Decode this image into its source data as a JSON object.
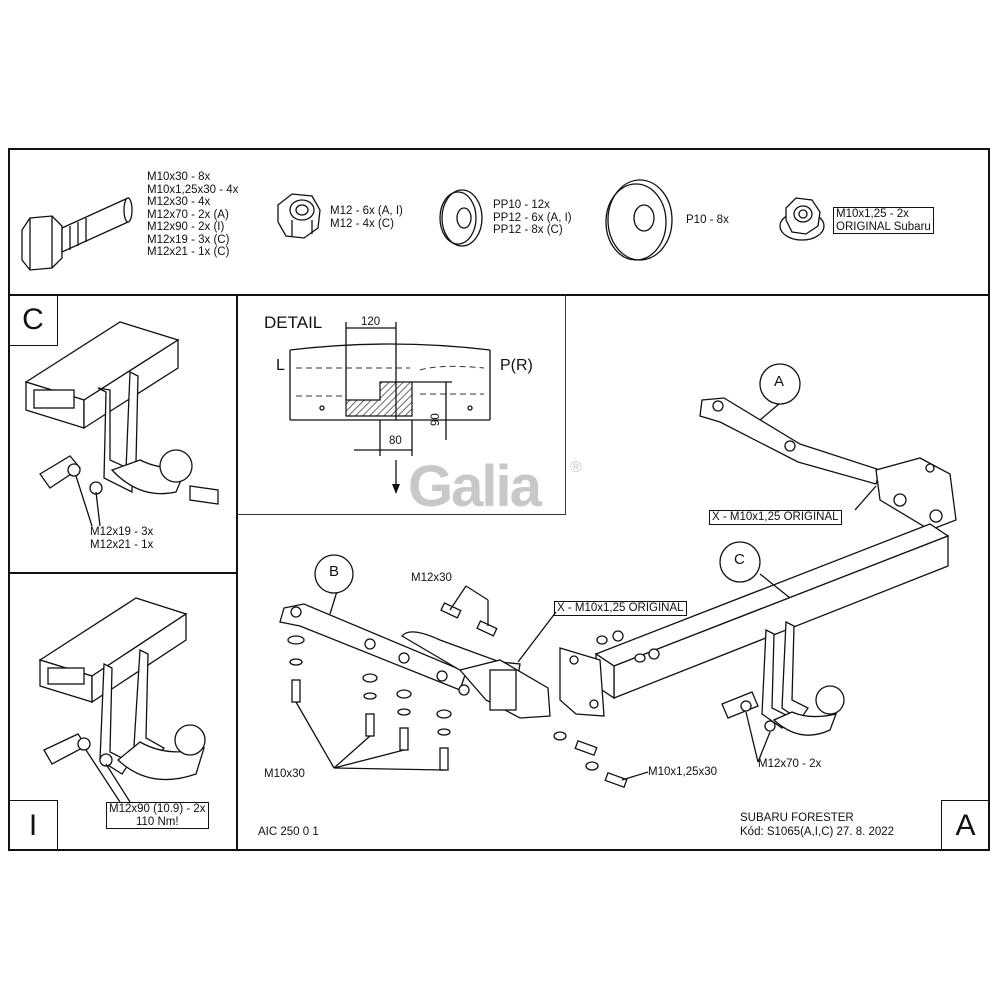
{
  "hardware": {
    "bolt_lines": [
      "M10x30 - 8x",
      "M10x1,25x30 - 4x",
      "M12x30 - 4x",
      "M12x70 - 2x (A)",
      "M12x90 - 2x (I)",
      "M12x19 - 3x (C)",
      "M12x21 - 1x (C)"
    ],
    "nut_lines": [
      "M12 - 6x (A, I)",
      "M12 - 4x (C)"
    ],
    "washer_lines": [
      "PP10 - 12x",
      "PP12 - 6x (A, I)",
      "PP12 - 8x (C)"
    ],
    "large_washer_lines": [
      "P10 - 8x"
    ],
    "flange_nut_lines": [
      "M10x1,25 - 2x",
      "ORIGINAL Subaru"
    ]
  },
  "panel_c": {
    "corner": "C",
    "labels": [
      "M12x19 - 3x",
      "M12x21 - 1x"
    ]
  },
  "panel_i": {
    "corner": "I",
    "labels": [
      "M12x90 (10.9) - 2x",
      "110 Nm!"
    ]
  },
  "detail": {
    "title": "DETAIL",
    "left_label": "L",
    "right_label": "P(R)",
    "dim_top": "120",
    "dim_bottom": "80",
    "dim_side": "90"
  },
  "logo": {
    "text": "Galia",
    "registered": "®"
  },
  "main": {
    "corner": "A",
    "part_a": "A",
    "part_b": "B",
    "part_c": "C",
    "callout_original_1": "X - M10x1,25 ORIGINAL",
    "callout_original_2": "X - M10x1,25 ORIGINAL",
    "label_m12x30": "M12x30",
    "label_m10x30": "M10x30",
    "label_m10x125x30": "M10x1,25x30",
    "label_m12x70": "M12x70 - 2x",
    "doc_code": "AIC 250 0 1",
    "vehicle": "SUBARU FORESTER",
    "code_line": "Kód: S1065(A,I,C)  27. 8. 2022"
  },
  "colors": {
    "line": "#111111",
    "logo": "#c8c8c8",
    "hatch": "#444444"
  },
  "icons": [
    "hex-bolt-icon",
    "hex-nut-icon",
    "flat-washer-icon",
    "large-washer-icon",
    "flange-nut-icon"
  ]
}
